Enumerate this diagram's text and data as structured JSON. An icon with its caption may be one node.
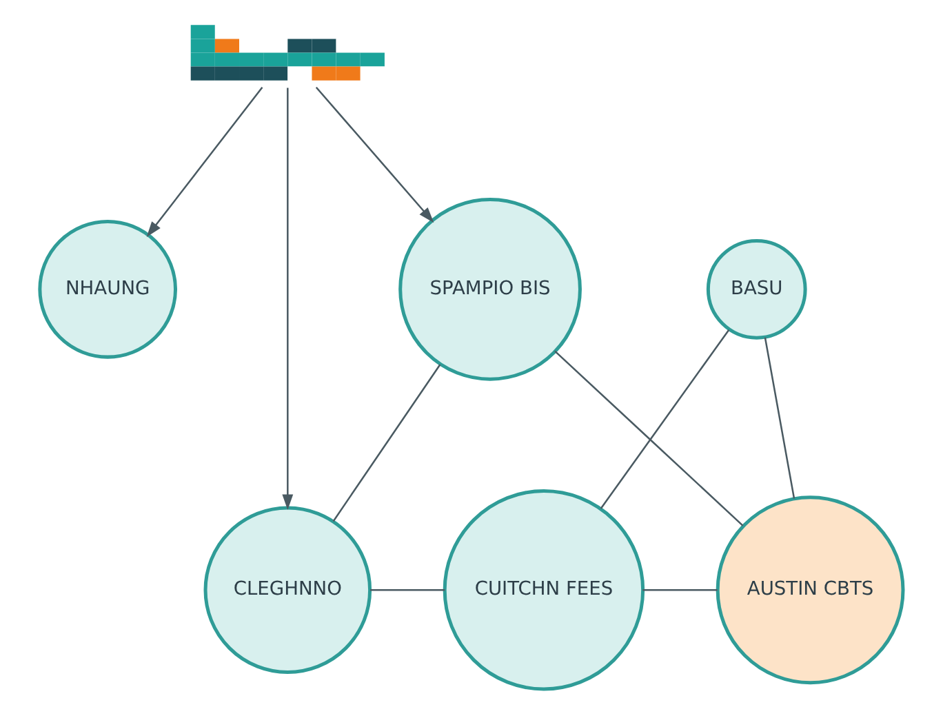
{
  "diagram": {
    "nodes": [
      {
        "text": [],
        "shape": "picture"
      },
      {
        "text": [
          "NHAUNG"
        ]
      },
      {
        "text": [
          "CLEGHNNO"
        ]
      },
      {
        "text": [
          "CUITCHN FEES"
        ]
      },
      {
        "text": [
          "BASU"
        ]
      },
      {
        "text": [
          "AUSTIN CBTS"
        ]
      },
      {
        "text": [
          "SPAMPIO BIS"
        ]
      }
    ],
    "edges": [
      {
        "from": 0,
        "to": 1,
        "arrow": "to"
      },
      {
        "from": 0,
        "to": 2,
        "arrow": "to"
      },
      {
        "from": 0,
        "to": 6,
        "arrow": "to"
      },
      {
        "from": 2,
        "to": 6,
        "arrow": "none"
      },
      {
        "from": 2,
        "to": 3,
        "arrow": "none"
      },
      {
        "from": 3,
        "to": 4,
        "arrow": "none"
      },
      {
        "from": 4,
        "to": 5,
        "arrow": "none"
      },
      {
        "from": 3,
        "to": 5,
        "arrow": "none"
      },
      {
        "from": 5,
        "to": 6,
        "arrow": "none"
      }
    ]
  }
}
